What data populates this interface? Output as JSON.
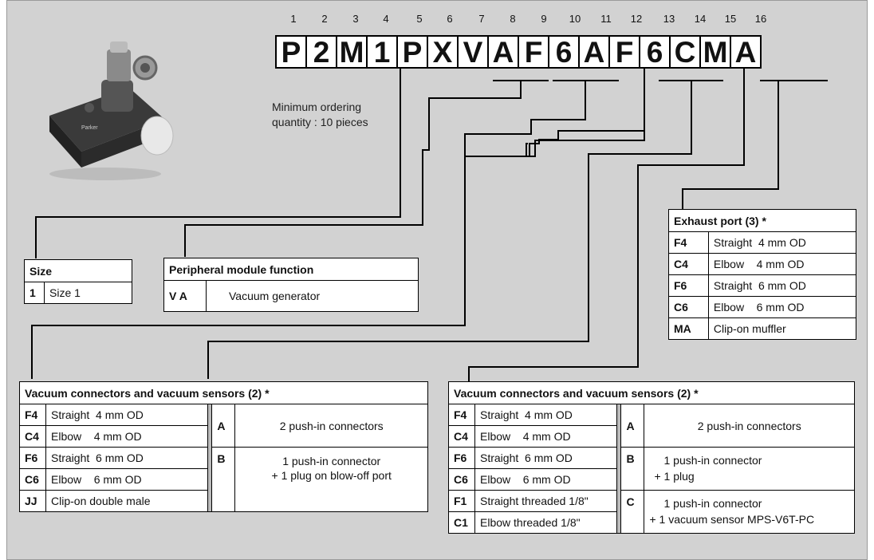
{
  "positions": [
    "1",
    "2",
    "3",
    "4",
    "5",
    "6",
    "7",
    "8",
    "9",
    "10",
    "11",
    "12",
    "13",
    "14",
    "15",
    "16"
  ],
  "code": [
    "P",
    "2",
    "M",
    "1",
    "P",
    "X",
    "V",
    "A",
    "F",
    "6",
    "A",
    "F",
    "6",
    "C",
    "M",
    "A"
  ],
  "min_order": {
    "line1": "Minimum ordering",
    "line2": "quantity : 10 pieces"
  },
  "size": {
    "header": "Size",
    "code": "1",
    "label": "Size 1"
  },
  "peripheral": {
    "header": "Peripheral module function",
    "code": "V A",
    "label": "Vacuum generator"
  },
  "exhaust": {
    "header": "Exhaust port (3) *",
    "rows": [
      {
        "code": "F4",
        "type": "Straight",
        "size": "4 mm OD"
      },
      {
        "code": "C4",
        "type": "Elbow",
        "size": "4 mm OD"
      },
      {
        "code": "F6",
        "type": "Straight",
        "size": "6 mm OD"
      },
      {
        "code": "C6",
        "type": "Elbow",
        "size": "6 mm OD"
      },
      {
        "code": "MA",
        "type": "Clip-on muffler",
        "size": ""
      }
    ]
  },
  "vac_left": {
    "header": "Vacuum connectors and vacuum sensors (2) *",
    "rows": [
      {
        "code": "F4",
        "type": "Straight",
        "size": "4 mm OD"
      },
      {
        "code": "C4",
        "type": "Elbow",
        "size": "4 mm OD"
      },
      {
        "code": "F6",
        "type": "Straight",
        "size": "6 mm OD"
      },
      {
        "code": "C6",
        "type": "Elbow",
        "size": "6 mm OD"
      },
      {
        "code": "JJ",
        "type": "Clip-on double male",
        "size": ""
      }
    ],
    "options": [
      {
        "code": "A",
        "line1": "2 push-in connectors",
        "line2": ""
      },
      {
        "code": "B",
        "line1": "1 push-in connector",
        "line2": "+ 1 plug on blow-off port"
      }
    ]
  },
  "vac_right": {
    "header": "Vacuum connectors and vacuum sensors (2) *",
    "rows": [
      {
        "code": "F4",
        "type": "Straight",
        "size": "4 mm OD"
      },
      {
        "code": "C4",
        "type": "Elbow",
        "size": "4 mm OD"
      },
      {
        "code": "F6",
        "type": "Straight",
        "size": "6 mm OD"
      },
      {
        "code": "C6",
        "type": "Elbow",
        "size": "6 mm OD"
      },
      {
        "code": "F1",
        "type": "Straight threaded 1/8\"",
        "size": ""
      },
      {
        "code": "C1",
        "type": "Elbow threaded 1/8\"",
        "size": ""
      }
    ],
    "options": [
      {
        "code": "B",
        "line1": "1 push-in connector",
        "line2": "+ 1 plug"
      },
      {
        "code": "C",
        "line1": "1 push-in connector",
        "line2": "+ 1 vacuum sensor MPS-V6T-PC"
      }
    ],
    "option_a": {
      "code": "A",
      "line1": "2 push-in connectors"
    }
  }
}
